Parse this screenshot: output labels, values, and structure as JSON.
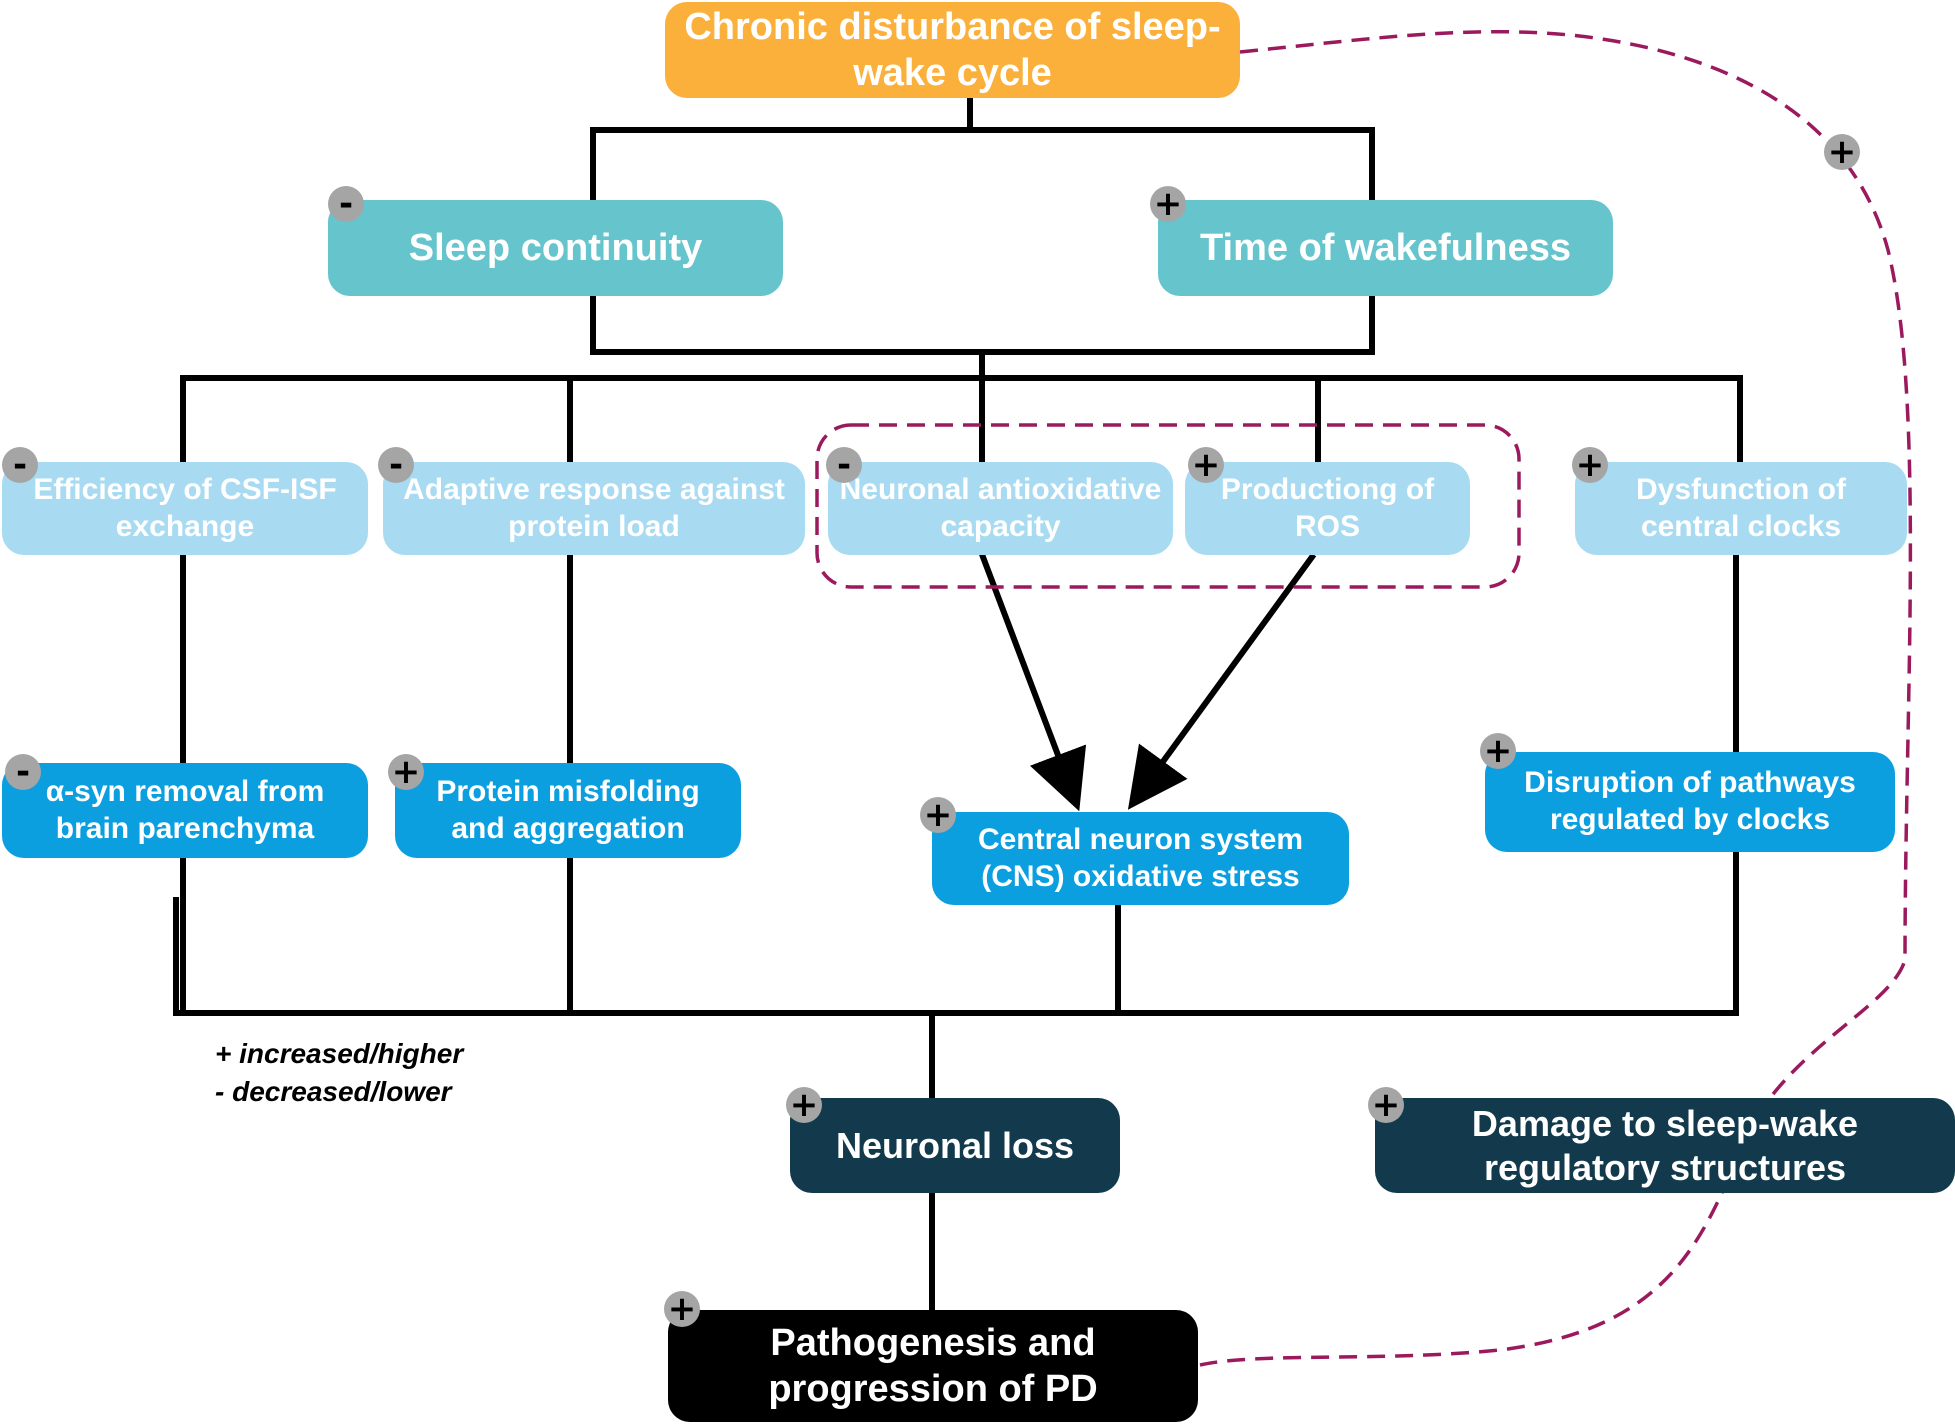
{
  "nodes": {
    "chronic": "Chronic disturbance of sleep-\nwake cycle",
    "sleep_continuity": "Sleep continuity",
    "time_wakefulness": "Time of wakefulness",
    "csf_isf": "Efficiency of CSF-ISF\nexchange",
    "adaptive": "Adaptive response against\nprotein load",
    "antioxidative": "Neuronal antioxidative\ncapacity",
    "ros": "Productiong of\nROS",
    "dysfunction_clocks": "Dysfunction of\ncentral clocks",
    "asyn": "α-syn removal from\nbrain parenchyma",
    "misfolding": "Protein misfolding\nand aggregation",
    "cns_stress": "Central neuron system\n(CNS) oxidative stress",
    "disruption": "Disruption of pathways\nregulated by clocks",
    "neuronal_loss": "Neuronal loss",
    "damage": "Damage to sleep-wake\nregulatory structures",
    "pathogenesis": "Pathogenesis and\nprogression of PD"
  },
  "signs": {
    "sleep_continuity": "-",
    "time_wakefulness": "+",
    "csf_isf": "-",
    "adaptive": "-",
    "antioxidative": "-",
    "ros": "+",
    "dysfunction_clocks": "+",
    "asyn": "-",
    "misfolding": "+",
    "cns_stress": "+",
    "disruption": "+",
    "neuronal_loss": "+",
    "damage": "+",
    "pathogenesis": "+",
    "feedback": "+"
  },
  "legend": {
    "increased": "+ increased/higher",
    "decreased": "- decreased/lower"
  },
  "colors": {
    "orange": "#fbb03b",
    "teal": "#66c5cc",
    "light_blue": "#a8dbf2",
    "blue": "#0b9fe0",
    "dark_navy": "#123a4c",
    "black": "#000000",
    "dashed_feedback": "#9b1a5e",
    "sign_circle": "#a5a5a5"
  }
}
